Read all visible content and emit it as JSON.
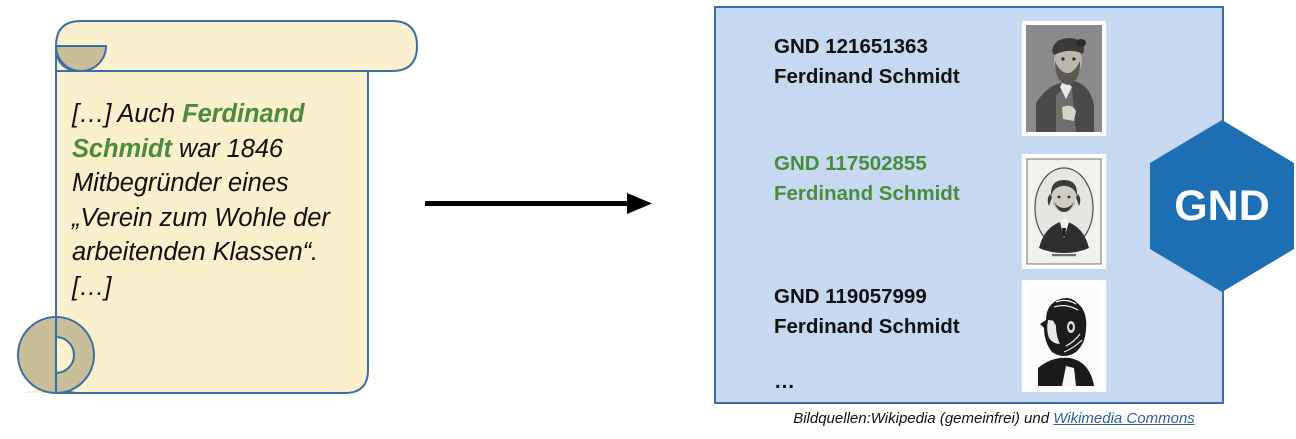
{
  "source_note": {
    "prefix": "Bildquellen:Wikipedia (gemeinfrei) und ",
    "link_label": "Wikimedia Commons",
    "link_color": "#2E5F9E"
  },
  "quote_card": {
    "icon": "scroll-icon",
    "paper_color": "#FAF0CD",
    "border_color": "#3A6EA5",
    "curl_color": "#C8BE99",
    "highlight_color": "#4C8B3C",
    "segments": [
      {
        "text": "[…] Auch ",
        "highlight": false
      },
      {
        "text": "Ferdinand Schmidt",
        "highlight": true
      },
      {
        "text": " war 1846 Mitbegründer eines „Verein zum Wohle der arbeitenden Klassen“. […]",
        "highlight": false
      }
    ],
    "plain_text": "[…] Auch Ferdinand Schmidt war 1846 Mitbegründer eines „Verein zum Wohle der arbeitenden Klassen“. […]"
  },
  "arrow": {
    "icon": "arrow-right-icon",
    "color": "#000000"
  },
  "results_panel": {
    "background_color": "#C6D9F1",
    "border_color": "#3A6EA5",
    "more_indicator": "…",
    "entries": [
      {
        "id_label": "GND 121651363",
        "name_label": "Ferdinand Schmidt",
        "highlighted": false,
        "color": "#111111",
        "portrait": "photo-portrait-bearded-man-with-cap"
      },
      {
        "id_label": "GND 117502855",
        "name_label": "Ferdinand Schmidt",
        "highlighted": true,
        "color": "#4C8B3C",
        "portrait": "engraving-portrait-oval-vignette"
      },
      {
        "id_label": "GND 119057999",
        "name_label": "Ferdinand Schmidt",
        "highlighted": false,
        "color": "#111111",
        "portrait": "woodcut-portrait-profile-bearded-man"
      }
    ]
  },
  "gnd_logo": {
    "label": "GND",
    "shape": "hexagon",
    "fill_color": "#1F6FB5",
    "text_color": "#FFFFFF"
  }
}
